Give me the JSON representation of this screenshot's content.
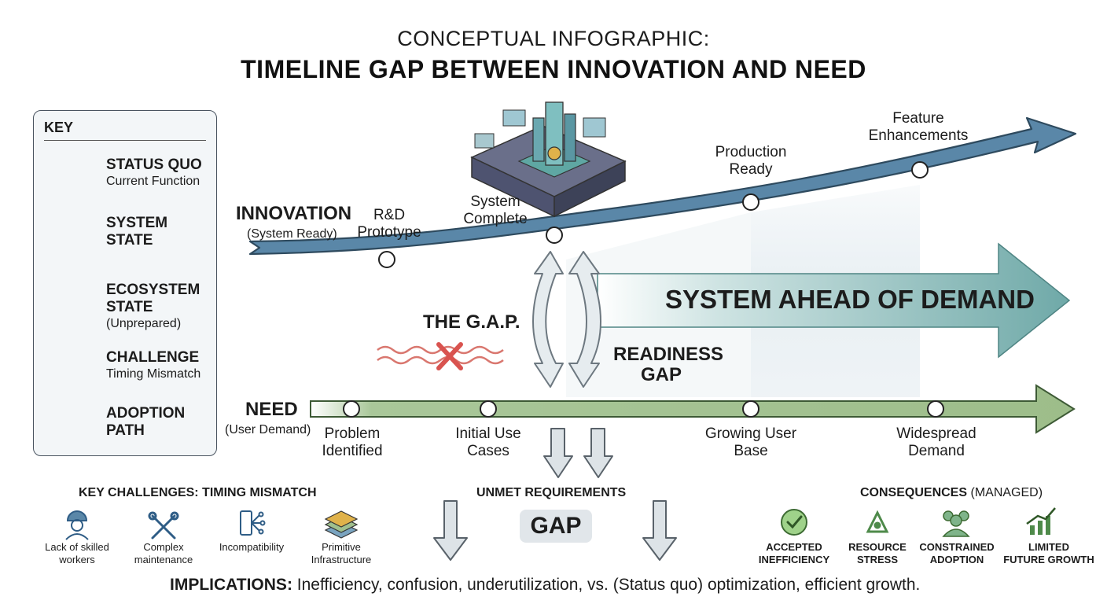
{
  "title": {
    "subtitle": "CONCEPTUAL INFOGRAPHIC:",
    "main": "TIMELINE GAP BETWEEN INNOVATION AND NEED"
  },
  "key": {
    "title": "KEY",
    "items": [
      {
        "title": "STATUS QUO",
        "subtitle": "Current Function",
        "icon": "hut-icon"
      },
      {
        "title": "SYSTEM",
        "title2": "STATE",
        "icon": "system-tower-icon"
      },
      {
        "title": "ECOSYSTEM",
        "title2": "STATE",
        "subtitle": "(Unprepared)",
        "icon": "ecosystem-icon"
      },
      {
        "title": "CHALLENGE",
        "subtitle": "Timing Mismatch",
        "icon": "challenge-x-icon"
      },
      {
        "title": "ADOPTION",
        "title2": "PATH",
        "icon": "adoption-stairs-icon"
      }
    ]
  },
  "innovation": {
    "label": "INNOVATION",
    "sublabel": "(System Ready)",
    "milestones": [
      "R&D Prototype",
      "System Complete",
      "Production Ready",
      "Feature Enhancements"
    ]
  },
  "need": {
    "label": "NEED",
    "sublabel": "(User Demand)",
    "milestones": [
      "Problem Identified",
      "Initial Use Cases",
      "Growing User Base",
      "Widespread Demand"
    ]
  },
  "gap": {
    "the_gap": "THE G.A.P.",
    "readiness_line1": "READINESS",
    "readiness_line2": "GAP",
    "system_ahead": "SYSTEM AHEAD OF DEMAND"
  },
  "challenges": {
    "title": "KEY CHALLENGES: TIMING MISMATCH",
    "items": [
      {
        "label1": "Lack of skilled",
        "label2": "workers",
        "icon": "worker-icon"
      },
      {
        "label1": "Complex",
        "label2": "maintenance",
        "icon": "tools-icon"
      },
      {
        "label1": "Incompatibility",
        "label2": "",
        "icon": "device-network-icon"
      },
      {
        "label1": "Primitive",
        "label2": "Infrastructure",
        "icon": "layers-icon"
      }
    ]
  },
  "unmet": {
    "title": "UNMET REQUIREMENTS",
    "gap_badge": "GAP"
  },
  "consequences": {
    "title": "CONSEQUENCES",
    "title_note": "(MANAGED)",
    "items": [
      {
        "label1": "ACCEPTED",
        "label2": "INEFFICIENCY",
        "icon": "check-circle-icon"
      },
      {
        "label1": "RESOURCE",
        "label2": "STRESS",
        "icon": "recycle-icon"
      },
      {
        "label1": "CONSTRAINED",
        "label2": "ADOPTION",
        "icon": "users-icon"
      },
      {
        "label1": "LIMITED",
        "label2": "FUTURE GROWTH",
        "icon": "growth-chart-icon"
      }
    ]
  },
  "implications": {
    "label": "IMPLICATIONS:",
    "text": " Inefficiency, confusion, underutilization, vs. (Status quo) optimization, efficient growth."
  },
  "colors": {
    "innovation_arrow": "#5a87a8",
    "need_arrow": "#9fbf8d",
    "gap_arrow": "#7fb2b1",
    "challenge_red": "#d9534f",
    "down_arrow": "#c9d2d8"
  }
}
